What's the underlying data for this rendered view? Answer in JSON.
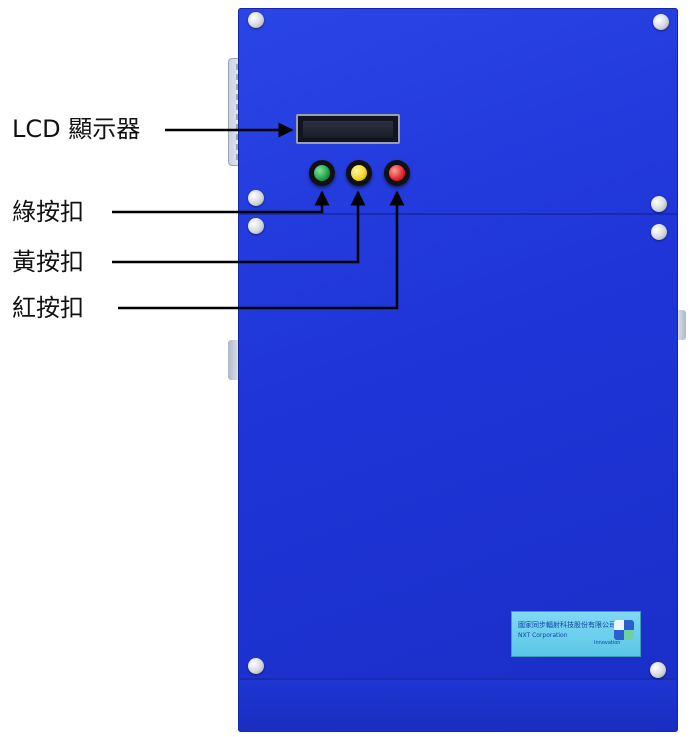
{
  "labels": {
    "lcd": "LCD 顯示器",
    "green_button": "綠按扣",
    "yellow_button": "黃按扣",
    "red_button": "紅按扣"
  },
  "nameplate": {
    "company_zh": "國家同步輻射科技股份有限公司",
    "company_en": "NXT Corporation",
    "sub": "Innovation"
  },
  "colors": {
    "cabinet": "#1f35d8",
    "green": "#1fa048",
    "yellow": "#f2d61c",
    "red": "#e2252b",
    "leader": "#000000"
  }
}
